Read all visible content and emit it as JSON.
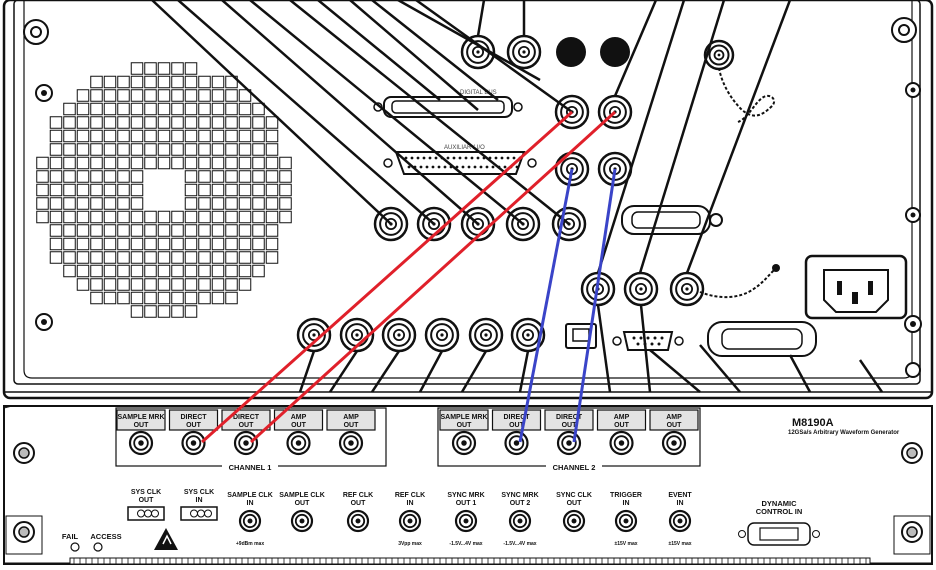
{
  "instrument": {
    "model": "M8190A",
    "subtitle": "12GSa/s Arbitrary Waveform Generator"
  },
  "rear_panel": {
    "connector_labels": [
      "DIGITAL BUS",
      "AUXILIARY I/O"
    ]
  },
  "channel1": {
    "name": "CHANNEL 1",
    "ports": [
      {
        "line1": "SAMPLE MRK",
        "line2": "OUT"
      },
      {
        "line1": "DIRECT",
        "line2": "OUT"
      },
      {
        "line1": "DIRECT",
        "line2": "OUT"
      },
      {
        "line1": "AMP",
        "line2": "OUT"
      },
      {
        "line1": "AMP",
        "line2": "OUT"
      }
    ]
  },
  "channel2": {
    "name": "CHANNEL 2",
    "ports": [
      {
        "line1": "SAMPLE MRK",
        "line2": "OUT"
      },
      {
        "line1": "DIRECT",
        "line2": "OUT"
      },
      {
        "line1": "DIRECT",
        "line2": "OUT"
      },
      {
        "line1": "AMP",
        "line2": "OUT"
      },
      {
        "line1": "AMP",
        "line2": "OUT"
      }
    ]
  },
  "front_bottom": {
    "sys_clk_out": {
      "line1": "SYS CLK",
      "line2": "OUT"
    },
    "sys_clk_in": {
      "line1": "SYS CLK",
      "line2": "IN"
    },
    "ports": [
      {
        "line1": "SAMPLE CLK",
        "line2": "IN",
        "spec": "+9dBm max"
      },
      {
        "line1": "SAMPLE CLK",
        "line2": "OUT",
        "spec": ""
      },
      {
        "line1": "REF CLK",
        "line2": "OUT",
        "spec": ""
      },
      {
        "line1": "REF CLK",
        "line2": "IN",
        "spec": "3Vpp max"
      },
      {
        "line1": "SYNC MRK",
        "line2": "OUT 1",
        "spec": "-1.5V...4V max"
      },
      {
        "line1": "SYNC MRK",
        "line2": "OUT 2",
        "spec": "-1.5V...4V max"
      },
      {
        "line1": "SYNC CLK",
        "line2": "OUT",
        "spec": ""
      },
      {
        "line1": "TRIGGER",
        "line2": "IN",
        "spec": "±15V max"
      },
      {
        "line1": "EVENT",
        "line2": "IN",
        "spec": "±15V max"
      }
    ],
    "dynamic_control": {
      "line1": "DYNAMIC",
      "line2": "CONTROL IN"
    },
    "fail_label": "FAIL",
    "access_label": "ACCESS"
  },
  "colors": {
    "red_cable": "#e0202a",
    "blue_cable": "#3a44c8",
    "outline": "#111111",
    "panel_fill": "#ffffff",
    "port_box_fill": "#e3e3e3"
  }
}
